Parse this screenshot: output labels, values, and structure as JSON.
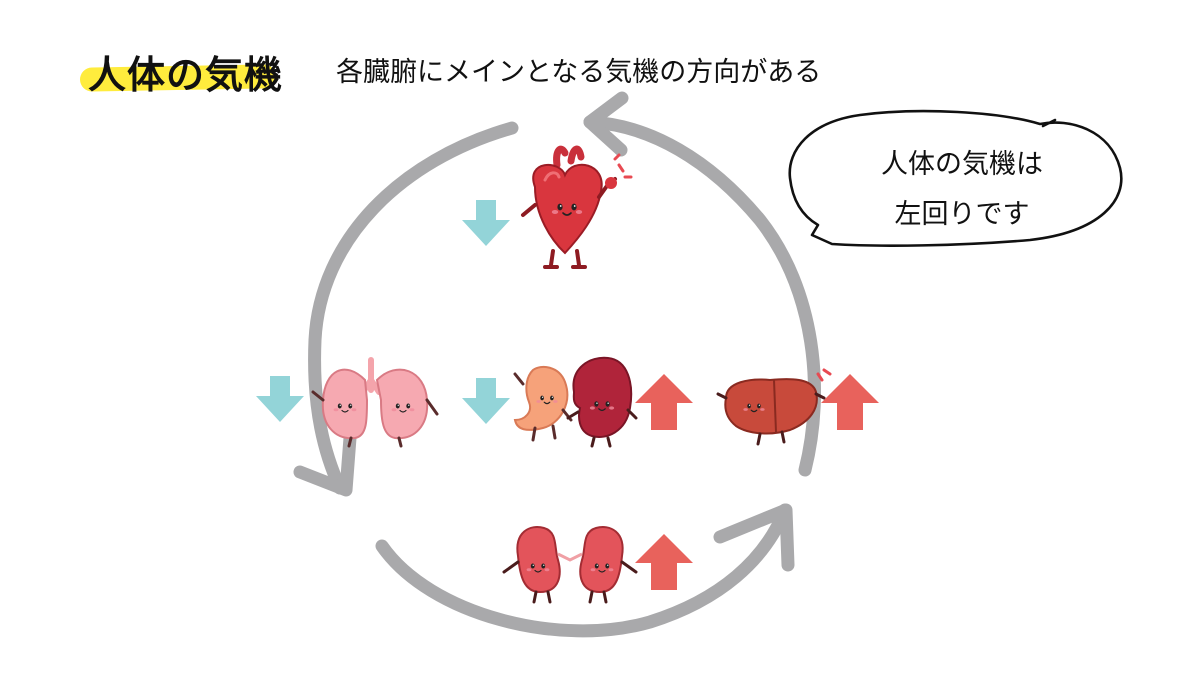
{
  "title": "人体の気機",
  "subtitle": "各臓腑にメインとなる気機の方向がある",
  "bubble": {
    "line1": "人体の気機は",
    "line2": "左回りです"
  },
  "colors": {
    "highlight": "#ffec3d",
    "cycle_arrow": "#a9a9ab",
    "down_arrow": "#93d4d8",
    "up_arrow": "#e8625c"
  },
  "organs": [
    {
      "name": "heart",
      "direction": "down"
    },
    {
      "name": "lungs",
      "direction": "down"
    },
    {
      "name": "stomach",
      "direction": "down"
    },
    {
      "name": "spleen",
      "direction": "up"
    },
    {
      "name": "liver",
      "direction": "up"
    },
    {
      "name": "kidneys",
      "direction": "up"
    }
  ]
}
